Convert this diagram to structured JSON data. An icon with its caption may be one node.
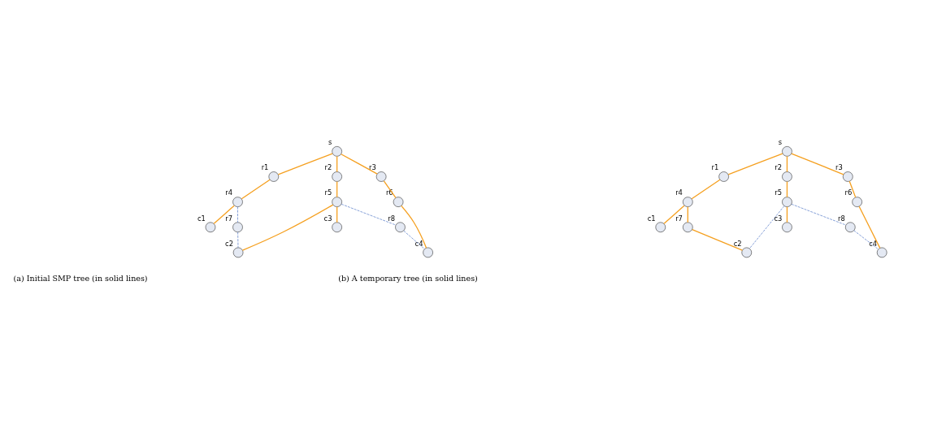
{
  "diagram": {
    "nodes": [
      {
        "text": [],
        "shape": "circle",
        "beside": [
          "s"
        ]
      },
      {
        "text": [],
        "shape": "circle",
        "beside": [
          "r1"
        ]
      },
      {
        "text": [],
        "shape": "circle",
        "beside": [
          "r2"
        ]
      },
      {
        "text": [],
        "shape": "circle",
        "beside": [
          "r3"
        ]
      },
      {
        "text": [],
        "shape": "circle",
        "beside": [
          "r4"
        ]
      },
      {
        "text": [],
        "shape": "circle",
        "beside": [
          "r5"
        ]
      },
      {
        "text": [],
        "shape": "circle",
        "beside": [
          "r6"
        ]
      },
      {
        "text": [],
        "shape": "circle",
        "beside": [
          "r7"
        ]
      },
      {
        "text": [],
        "shape": "circle",
        "beside": [
          "r8"
        ]
      },
      {
        "text": [],
        "shape": "circle",
        "beside": [
          "c1"
        ]
      },
      {
        "text": [],
        "shape": "circle",
        "beside": [
          "c2"
        ]
      },
      {
        "text": [],
        "shape": "circle",
        "beside": [
          "c3"
        ]
      },
      {
        "text": [],
        "shape": "circle",
        "beside": [
          "c4"
        ]
      },
      {
        "text": [],
        "shape": "circle",
        "beside": [
          "s"
        ]
      },
      {
        "text": [],
        "shape": "circle",
        "beside": [
          "r1"
        ]
      },
      {
        "text": [],
        "shape": "circle",
        "beside": [
          "r2"
        ]
      },
      {
        "text": [],
        "shape": "circle",
        "beside": [
          "r3"
        ]
      },
      {
        "text": [],
        "shape": "circle",
        "beside": [
          "r4"
        ]
      },
      {
        "text": [],
        "shape": "circle",
        "beside": [
          "r5"
        ]
      },
      {
        "text": [],
        "shape": "circle",
        "beside": [
          "r6"
        ]
      },
      {
        "text": [],
        "shape": "circle",
        "beside": [
          "r7"
        ]
      },
      {
        "text": [],
        "shape": "circle",
        "beside": [
          "r8"
        ]
      },
      {
        "text": [],
        "shape": "circle",
        "beside": [
          "c1"
        ]
      },
      {
        "text": [],
        "shape": "circle",
        "beside": [
          "c2"
        ]
      },
      {
        "text": [],
        "shape": "circle",
        "beside": [
          "c3"
        ]
      },
      {
        "text": [],
        "shape": "circle",
        "beside": [
          "c4"
        ]
      }
    ],
    "edges": [
      {
        "from": 0,
        "to": 1,
        "arrow": "none"
      },
      {
        "from": 0,
        "to": 2,
        "arrow": "none"
      },
      {
        "from": 0,
        "to": 3,
        "arrow": "none"
      },
      {
        "from": 1,
        "to": 4,
        "arrow": "none"
      },
      {
        "from": 2,
        "to": 5,
        "arrow": "none"
      },
      {
        "from": 3,
        "to": 6,
        "arrow": "none"
      },
      {
        "from": 4,
        "to": 9,
        "arrow": "none"
      },
      {
        "from": 4,
        "to": 7,
        "arrow": "none",
        "style": "dashed",
        "color": "#6f8fd0"
      },
      {
        "from": 7,
        "to": 10,
        "arrow": "none",
        "style": "dashed",
        "color": "#6f8fd0"
      },
      {
        "from": 5,
        "to": 10,
        "arrow": "none"
      },
      {
        "from": 5,
        "to": 11,
        "arrow": "none"
      },
      {
        "from": 5,
        "to": 8,
        "arrow": "none",
        "style": "dashed",
        "color": "#6f8fd0"
      },
      {
        "from": 8,
        "to": 12,
        "arrow": "none",
        "style": "dashed",
        "color": "#6f8fd0"
      },
      {
        "from": 6,
        "to": 12,
        "arrow": "none"
      },
      {
        "from": 13,
        "to": 14,
        "arrow": "none"
      },
      {
        "from": 13,
        "to": 15,
        "arrow": "none"
      },
      {
        "from": 13,
        "to": 16,
        "arrow": "none"
      },
      {
        "from": 14,
        "to": 17,
        "arrow": "none"
      },
      {
        "from": 15,
        "to": 18,
        "arrow": "none"
      },
      {
        "from": 16,
        "to": 19,
        "arrow": "none"
      },
      {
        "from": 17,
        "to": 22,
        "arrow": "none"
      },
      {
        "from": 17,
        "to": 20,
        "arrow": "none"
      },
      {
        "from": 20,
        "to": 23,
        "arrow": "none"
      },
      {
        "from": 18,
        "to": 23,
        "arrow": "none",
        "style": "dashed",
        "color": "#6f8fd0"
      },
      {
        "from": 18,
        "to": 24,
        "arrow": "none"
      },
      {
        "from": 18,
        "to": 21,
        "arrow": "none",
        "style": "dashed",
        "color": "#6f8fd0"
      },
      {
        "from": 21,
        "to": 25,
        "arrow": "none",
        "style": "dashed",
        "color": "#6f8fd0"
      },
      {
        "from": 19,
        "to": 25,
        "arrow": "none"
      }
    ],
    "labels": [
      "(a) Initial SMP tree (in solid lines)",
      "(b) A temporary tree (in solid lines)"
    ]
  }
}
